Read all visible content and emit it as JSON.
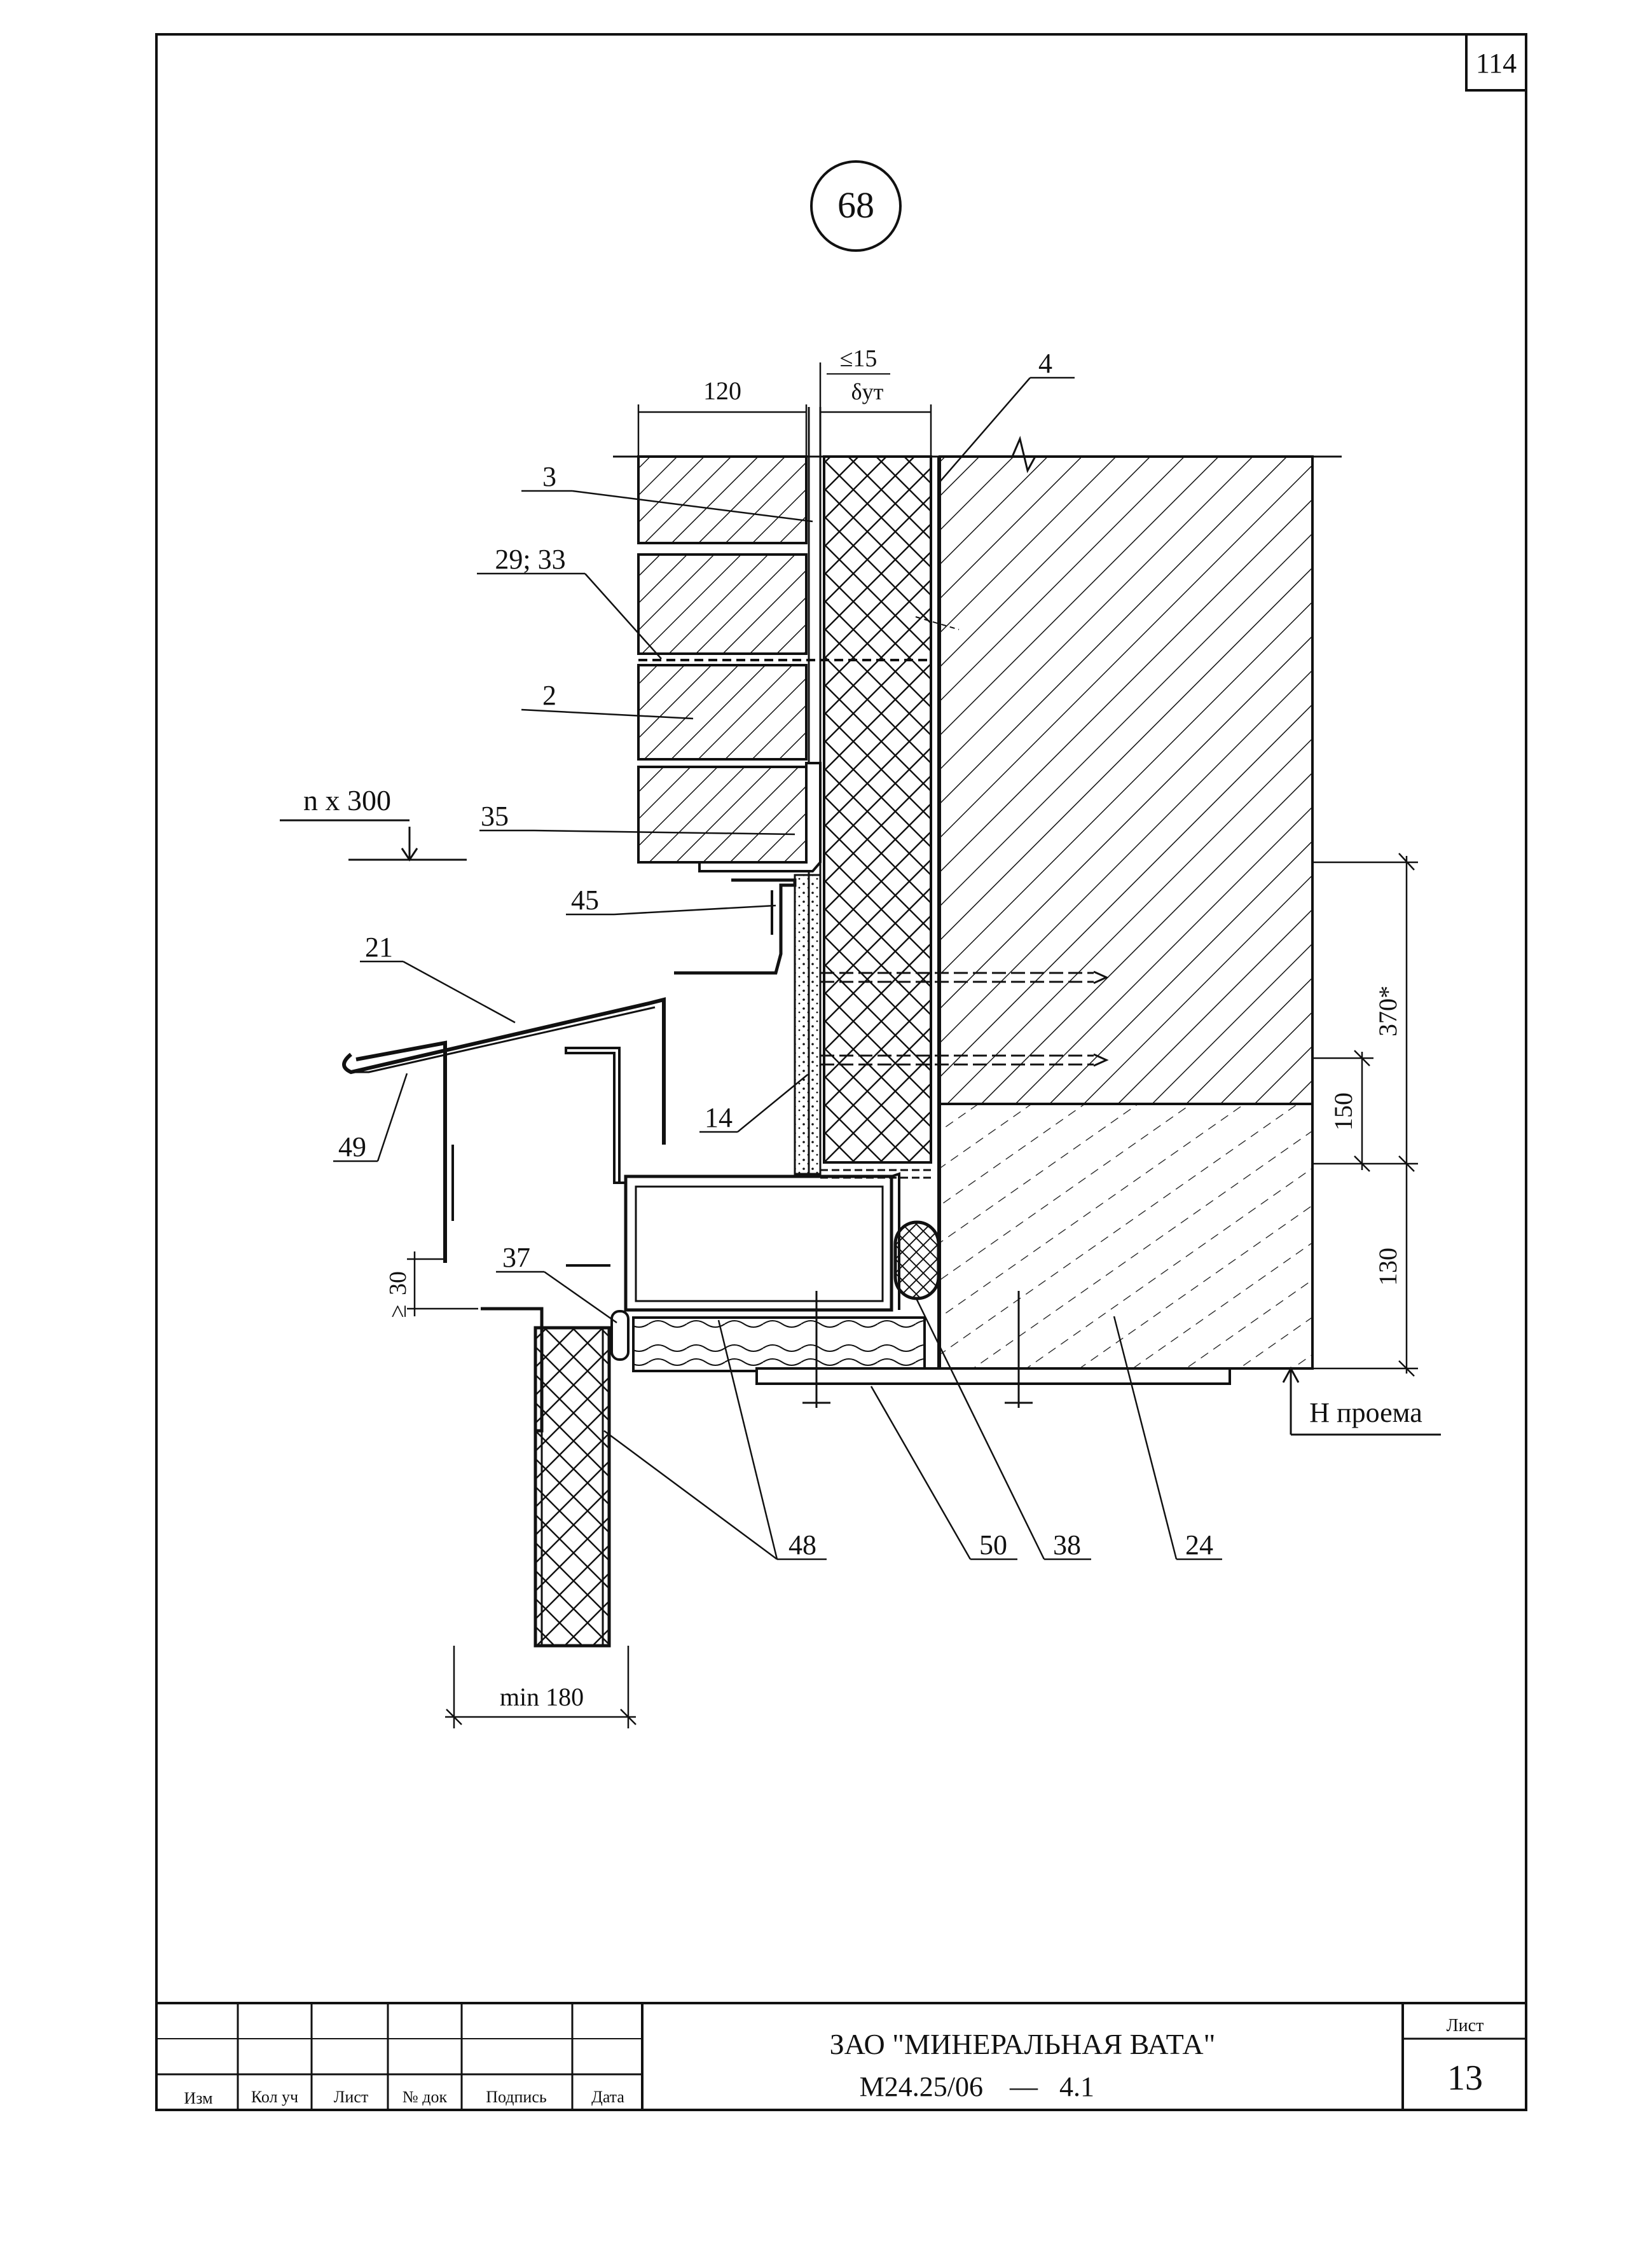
{
  "sheet": {
    "number_top": "114",
    "detail_number": "68"
  },
  "dimensions": {
    "gap": "≤15",
    "insulation_thickness": "δут",
    "brick_width": "120",
    "module": "n x 300",
    "height_370": "370*",
    "height_150": "150",
    "height_130": "130",
    "drip_30": "30",
    "drip_ge": "≥",
    "min_width": "min 180",
    "opening_height": "Н проема"
  },
  "callouts": [
    "4",
    "3",
    "29; 33",
    "2",
    "35",
    "45",
    "21",
    "49",
    "14",
    "37",
    "48",
    "50",
    "38",
    "24"
  ],
  "title_block": {
    "columns": [
      "Изм",
      "Кол уч",
      "Лист",
      "№ док",
      "Подпись",
      "Дата"
    ],
    "company": "ЗАО \"МИНЕРАЛЬНАЯ ВАТА\"",
    "document_code": "М24.25/06",
    "dash": "—",
    "section": "4.1",
    "sheet_label": "Лист",
    "sheet_number": "13"
  }
}
